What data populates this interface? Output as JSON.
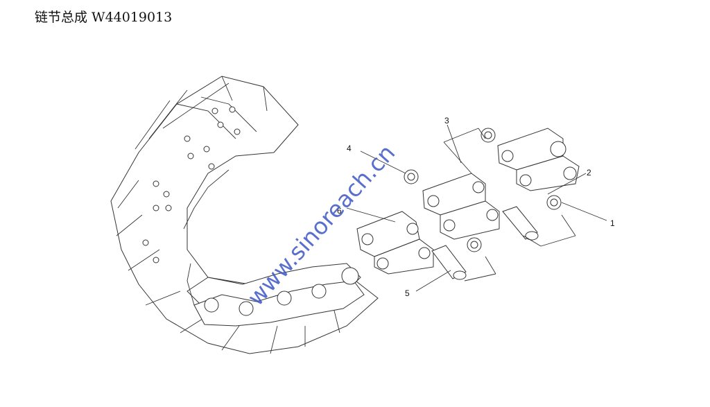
{
  "title": "链节总成 W44019013",
  "watermark": "www.sinoreach.cn",
  "callouts": [
    "1",
    "2",
    "3",
    "4",
    "5",
    "6"
  ]
}
